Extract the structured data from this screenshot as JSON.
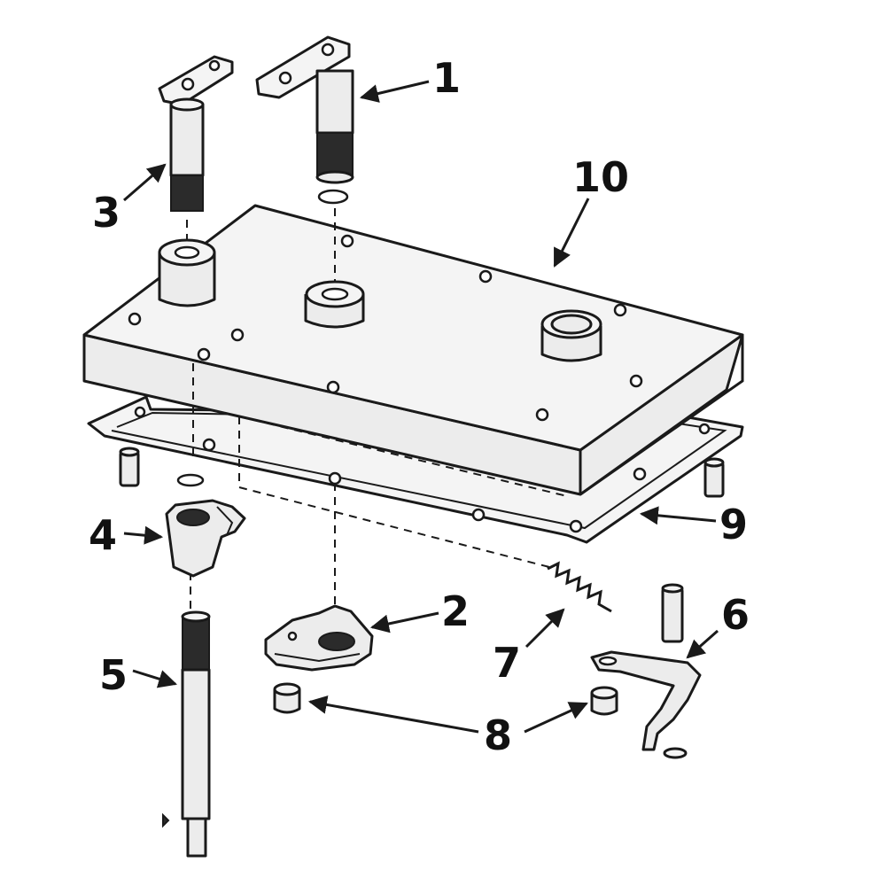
{
  "diagram": {
    "callouts": [
      {
        "id": "1",
        "text": "1"
      },
      {
        "id": "2",
        "text": "2"
      },
      {
        "id": "3",
        "text": "3"
      },
      {
        "id": "4",
        "text": "4"
      },
      {
        "id": "5",
        "text": "5"
      },
      {
        "id": "6",
        "text": "6"
      },
      {
        "id": "7",
        "text": "7"
      },
      {
        "id": "8",
        "text": "8"
      },
      {
        "id": "9",
        "text": "9"
      },
      {
        "id": "10",
        "text": "10"
      }
    ],
    "colors": {
      "ink": "#1a1a1a",
      "fill": "#ececec",
      "background": "#ffffff"
    }
  }
}
